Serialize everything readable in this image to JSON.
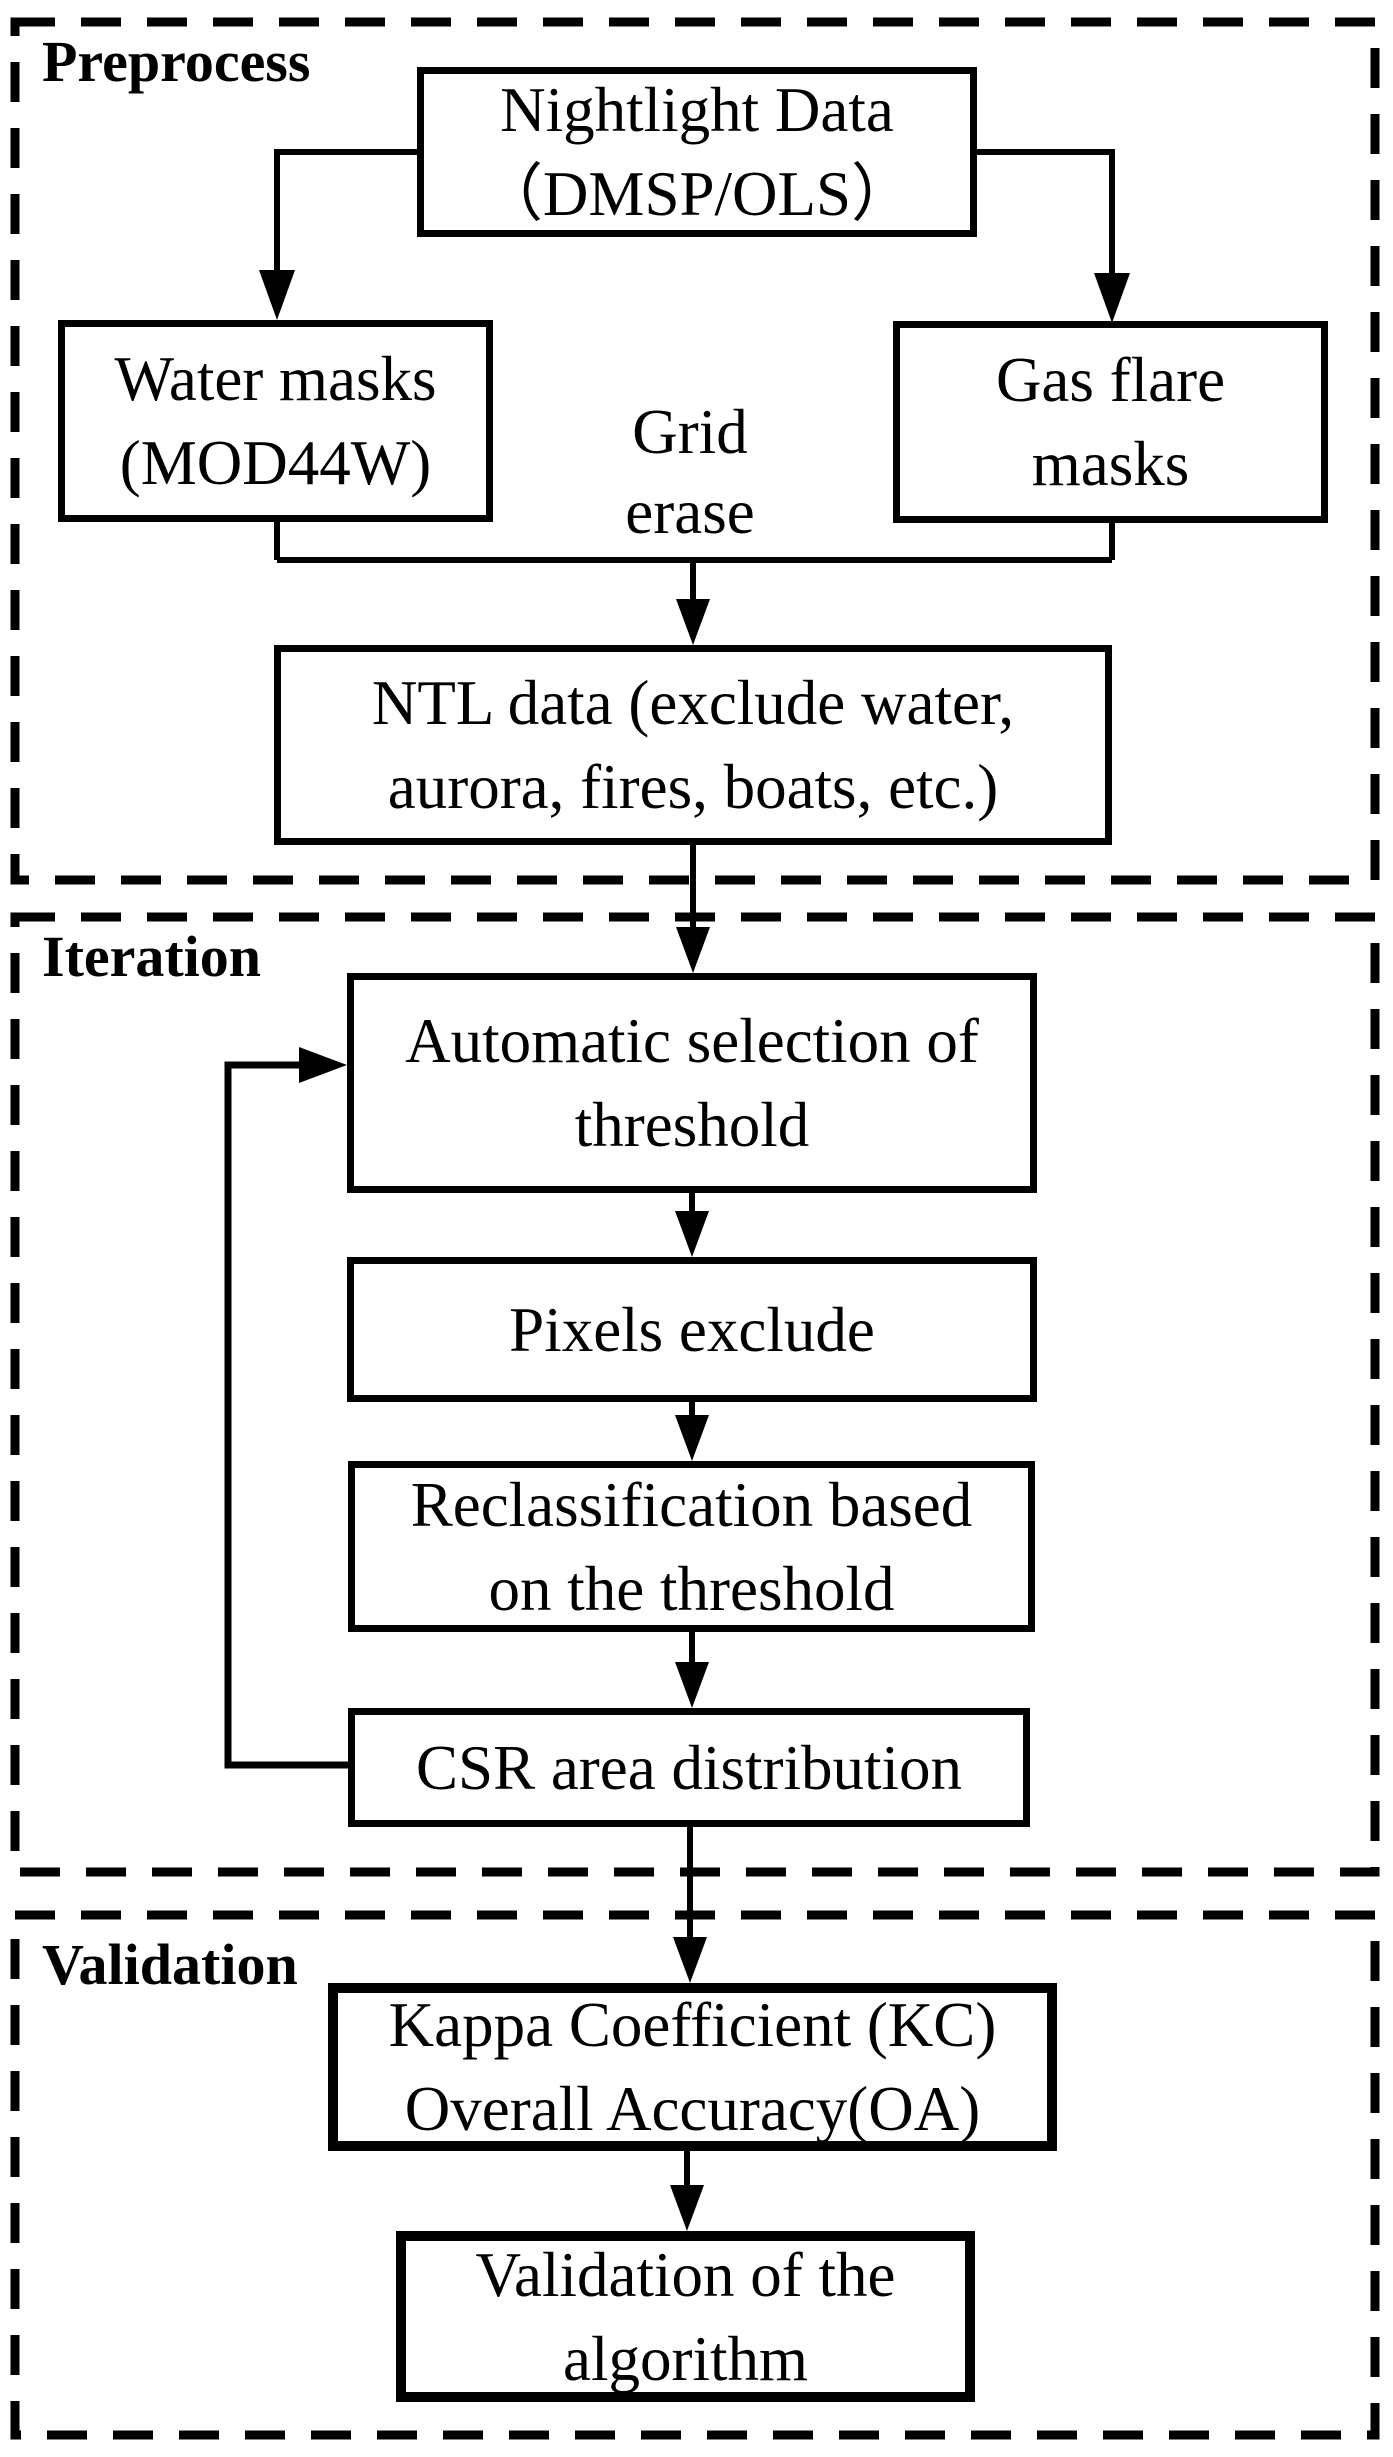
{
  "colors": {
    "line": "#000000",
    "background": "#ffffff"
  },
  "sections": {
    "preprocess": {
      "label": "Preprocess"
    },
    "iteration": {
      "label": "Iteration"
    },
    "validation": {
      "label": "Validation"
    }
  },
  "nodes": {
    "nightlight": {
      "lines": [
        "Nightlight Data",
        "（DMSP/OLS）"
      ]
    },
    "water_masks": {
      "lines": [
        "Water masks",
        "(MOD44W)"
      ]
    },
    "gas_flare": {
      "lines": [
        "Gas flare",
        "masks"
      ]
    },
    "grid_erase": {
      "lines": [
        "Grid",
        "erase"
      ]
    },
    "ntl_data": {
      "lines": [
        "NTL data (exclude water,",
        "aurora, fires, boats, etc.)"
      ]
    },
    "auto_threshold": {
      "lines": [
        "Automatic selection of",
        "threshold"
      ]
    },
    "pixels_exclude": {
      "lines": [
        "Pixels exclude"
      ]
    },
    "reclassification": {
      "lines": [
        "Reclassification based",
        "on the threshold"
      ]
    },
    "csr_area": {
      "lines": [
        "CSR area distribution"
      ]
    },
    "kappa_oa": {
      "lines": [
        "Kappa Coefficient (KC)",
        "Overall Accuracy(OA)"
      ]
    },
    "validation_algorithm": {
      "lines": [
        "Validation of the",
        "algorithm"
      ]
    }
  }
}
